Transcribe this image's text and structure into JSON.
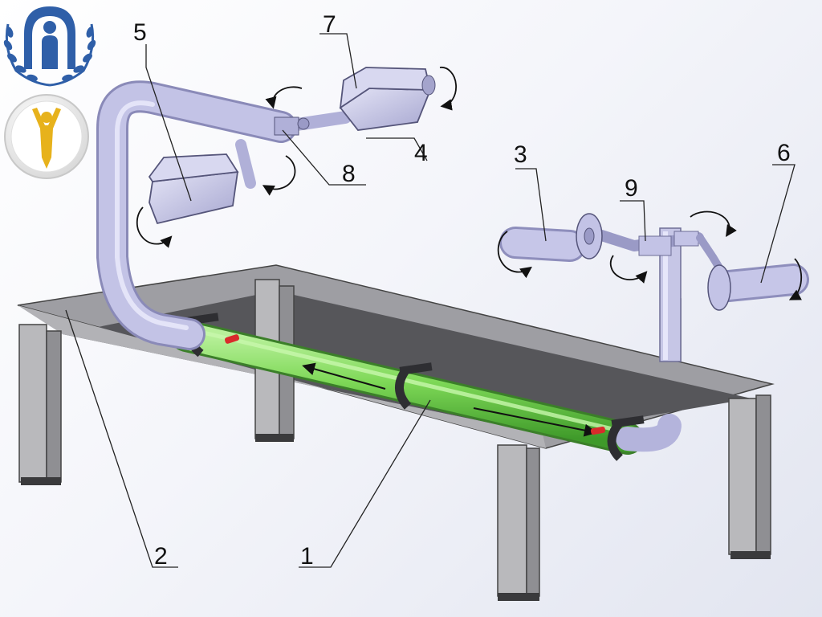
{
  "labels": {
    "l1": "1",
    "l2": "2",
    "l3": "3",
    "l4": "4",
    "l5": "5",
    "l6": "6",
    "l7": "7",
    "l8": "8",
    "l9": "9"
  },
  "logos": {
    "top": "unhcr-logo-icon",
    "bottom": "human-rights-logo-icon"
  },
  "colors": {
    "frame": "#a9a9ad",
    "frame_dark": "#6f6f73",
    "tube": "#c3c3e6",
    "green_tube": "#7ed857",
    "clamp": "#2e2e32",
    "logo_blue": "#2f5fa8",
    "logo_gold": "#e7b21c"
  }
}
